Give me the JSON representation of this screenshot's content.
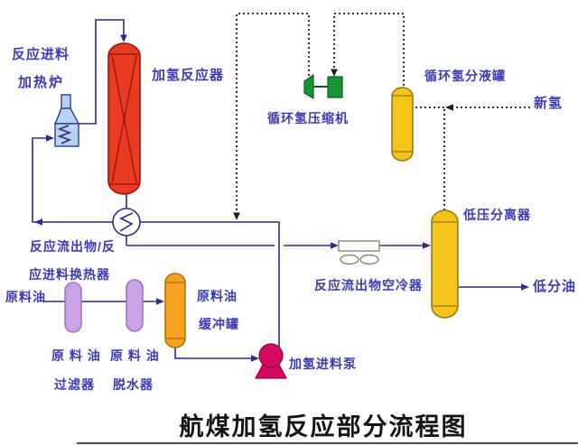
{
  "title": "航煤加氢反应部分流程图",
  "labels": {
    "furnace_line1": "反应进料",
    "furnace_line2": "加热炉",
    "reactor": "加氢反应器",
    "compressor": "循环氢压缩机",
    "recycle_drum": "循环氢分液罐",
    "fresh_hydrogen": "新氢",
    "lp_separator": "低压分离器",
    "lp_oil": "低分油",
    "exchanger_line1": "反应流出物/反",
    "exchanger_line2": "应进料换热器",
    "air_cooler": "反应流出物空冷器",
    "raw_oil_feed": "原料油",
    "filter_line1": "原 料 油",
    "filter_line2": "过滤器",
    "dehydrator_line1": "原 料 油",
    "dehydrator_line2": "脱水器",
    "buffer_line1": "原料油",
    "buffer_line2": "缓冲罐",
    "feed_pump": "加氢进料泵"
  },
  "colors": {
    "reactor_fill": "#e93a22",
    "reactor_stroke": "#a31208",
    "vessel_yellow": "#f7c31a",
    "vessel_yellow_stroke": "#8a7a10",
    "buffer_orange": "#f6a11f",
    "buffer_orange_stroke": "#b06a00",
    "filter_purple": "#c9a3e6",
    "filter_purple_stroke": "#9b6fc0",
    "furnace_blue": "#b9d2f2",
    "furnace_blue_stroke": "#27418c",
    "compressor_green": "#169335",
    "compressor_green_stroke": "#0a5c1e",
    "pump_magenta": "#d40a62",
    "pump_magenta_stroke": "#99003f",
    "pipe": "#2d2d86",
    "dashed_pipe": "#1c1c1c",
    "cooler_outline": "#7d8f68",
    "label_text": "#3b3bb4",
    "title_text": "#141414"
  }
}
